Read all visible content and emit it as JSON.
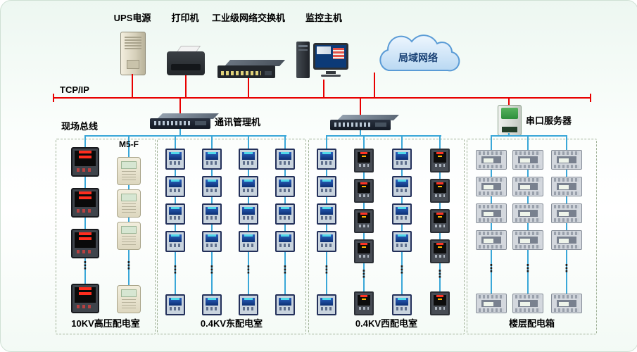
{
  "colors": {
    "tcpip_bus": "#e80000",
    "field_bus": "#3aa7d8",
    "room_border": "#9fb096"
  },
  "top_devices": {
    "ups_label": "UPS电源",
    "printer_label": "打印机",
    "switch_label": "工业级网络交换机",
    "host_label": "监控主机",
    "cloud_label": "局域网络"
  },
  "buses": {
    "tcpip_label": "TCP/IP",
    "field_bus_label": "现场总线"
  },
  "middle_devices": {
    "comm_manager_label": "通讯管理机",
    "serial_server_label": "串口服务器"
  },
  "rooms": [
    {
      "label": "10KV高压配电室",
      "device_label": "M5-F",
      "meter_columns": 2
    },
    {
      "label": "0.4KV东配电室",
      "meter_columns": 4
    },
    {
      "label": "0.4KV西配电室",
      "meter_columns": 4
    },
    {
      "label": "楼层配电箱",
      "meter_columns": 3
    }
  ],
  "ellipsis": "⋮"
}
